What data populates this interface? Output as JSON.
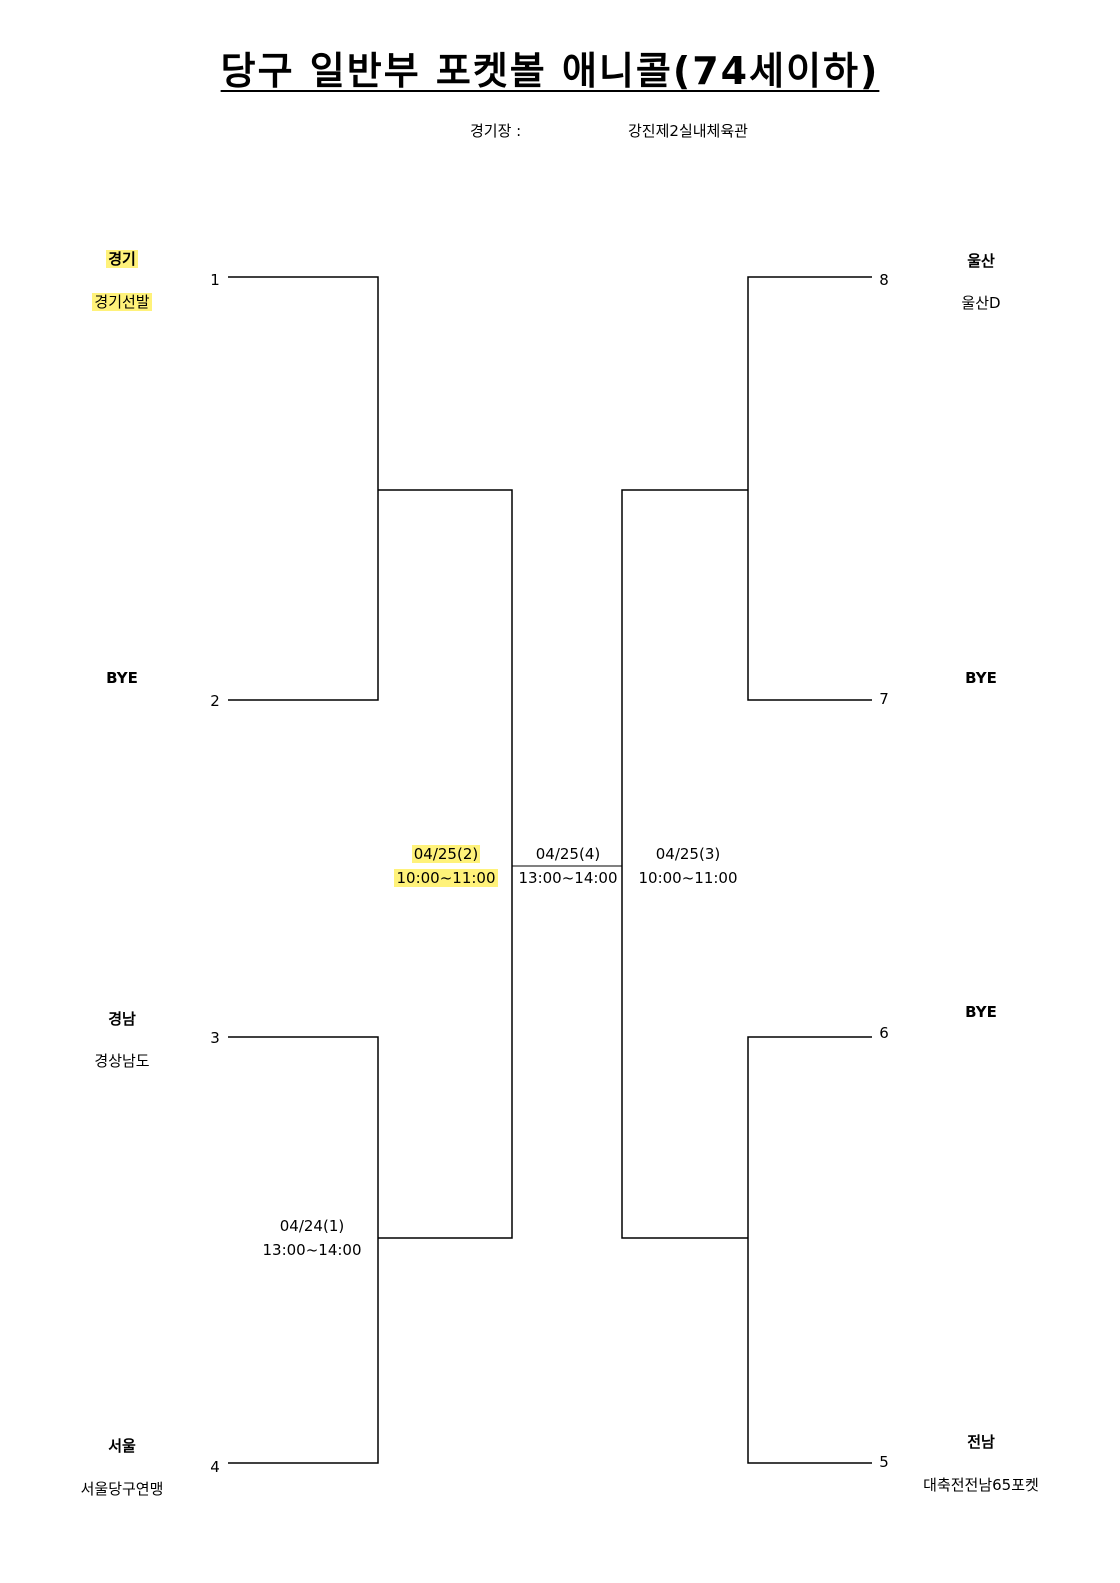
{
  "title": "당구 일반부 포켓볼 애니콜(74세이하)",
  "venue": {
    "label": "경기장  :",
    "value": "강진제2실내체육관"
  },
  "entries": [
    {
      "seed": "1",
      "region": "경기",
      "team": "경기선발"
    },
    {
      "seed": "2",
      "region": "BYE",
      "team": ""
    },
    {
      "seed": "3",
      "region": "경남",
      "team": "경상남도"
    },
    {
      "seed": "4",
      "region": "서울",
      "team": "서울당구연맹"
    },
    {
      "seed": "5",
      "region": "전남",
      "team": "대축전전남65포켓"
    },
    {
      "seed": "6",
      "region": "BYE",
      "team": ""
    },
    {
      "seed": "7",
      "region": "BYE",
      "team": ""
    },
    {
      "seed": "8",
      "region": "울산",
      "team": "울산D"
    }
  ],
  "matches": [
    {
      "date": "04/24(1)",
      "time": "13:00~14:00"
    },
    {
      "date": "04/25(2)",
      "time": "10:00~11:00"
    },
    {
      "date": "04/25(3)",
      "time": "10:00~11:00"
    },
    {
      "date": "04/25(4)",
      "time": "13:00~14:00"
    }
  ]
}
